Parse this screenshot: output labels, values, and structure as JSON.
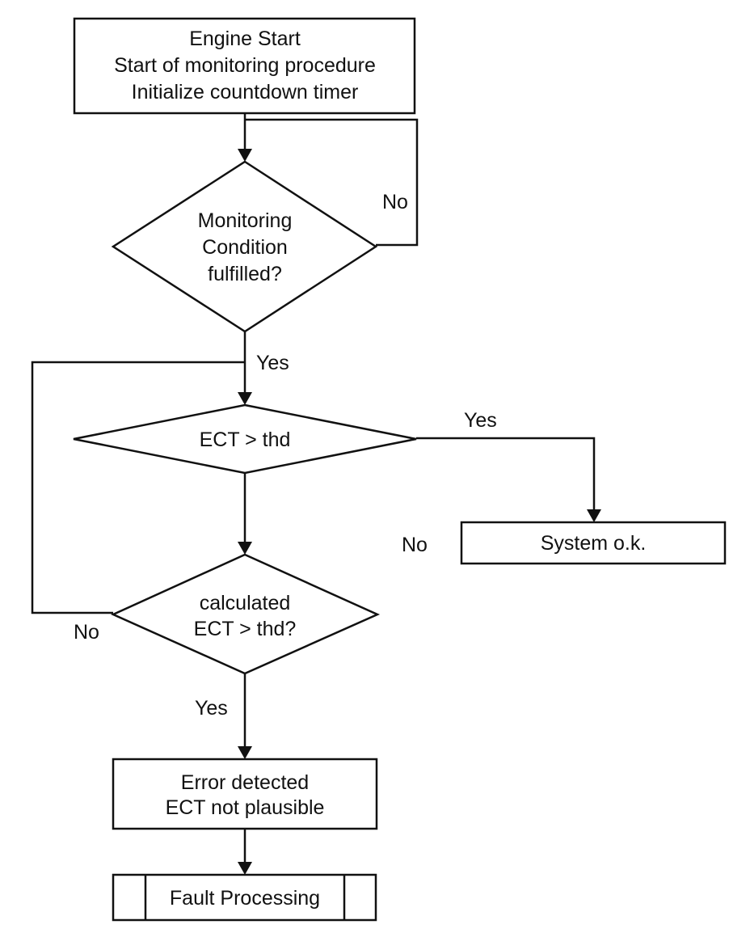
{
  "nodes": {
    "start": {
      "lines": [
        "Engine Start",
        "Start of monitoring procedure",
        "Initialize countdown timer"
      ]
    },
    "monitoring_condition": {
      "lines": [
        "Monitoring",
        "Condition",
        "fulfilled?"
      ]
    },
    "ect_check": {
      "lines": [
        "ECT > thd"
      ]
    },
    "system_ok": {
      "lines": [
        "System o.k."
      ]
    },
    "calculated_check": {
      "lines": [
        "calculated",
        "ECT > thd?"
      ]
    },
    "error_detected": {
      "lines": [
        "Error detected",
        "ECT not plausible"
      ]
    },
    "fault_processing": {
      "lines": [
        "Fault Processing"
      ]
    }
  },
  "edge_labels": {
    "monitoring_no": "No",
    "monitoring_yes": "Yes",
    "ect_yes": "Yes",
    "ect_no": "No",
    "calculated_no": "No",
    "calculated_yes": "Yes"
  }
}
